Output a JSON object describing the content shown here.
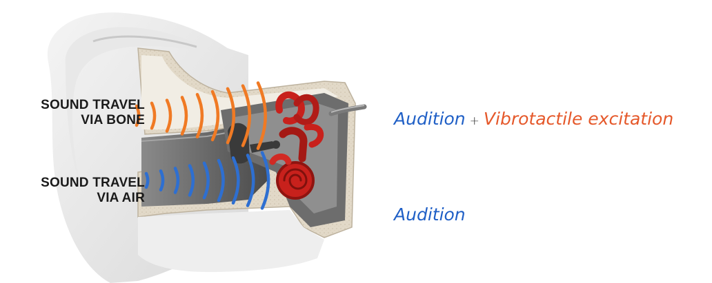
{
  "labels": {
    "bone_line1": "SOUND TRAVEL",
    "bone_line2": "VIA BONE",
    "air_line1": "SOUND TRAVEL",
    "air_line2": "VIA AIR"
  },
  "captions": {
    "top_part1": "Audition",
    "top_plus": "+",
    "top_part2": "Vibrotactile excitation",
    "bottom": "Audition"
  },
  "colors": {
    "bone_wave": "#f07a24",
    "air_wave": "#2e6fd1",
    "audition_text": "#1f5fc6",
    "vibro_text": "#e5582a",
    "cochlea": "#c8211c"
  }
}
